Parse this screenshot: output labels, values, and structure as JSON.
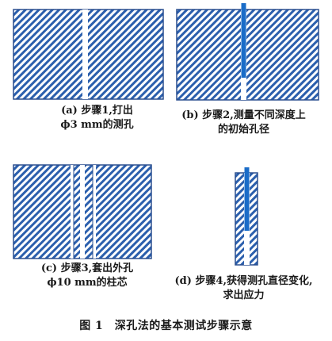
{
  "panels": {
    "a": {
      "caption_line1": "(a) 步骤1,打出",
      "caption_line2": "ϕ3 mm的测孔"
    },
    "b": {
      "caption_line1": "(b) 步骤2,测量不同深度上",
      "caption_line2": "的初始孔径"
    },
    "c": {
      "caption_line1": "(c) 步骤3,套出外孔",
      "caption_line2": "ϕ10 mm的柱芯"
    },
    "d": {
      "caption_line1": "(d) 步骤4,获得测孔直径变化,",
      "caption_line2": "求出应力"
    }
  },
  "figure_title": "图 1　深孔法的基本测试步骤示意",
  "colors": {
    "hatch_stripe": "#2b5fad",
    "hatch_background": "#ffffff",
    "outline": "#2a4f8f",
    "probe": "#1a6cc8"
  }
}
